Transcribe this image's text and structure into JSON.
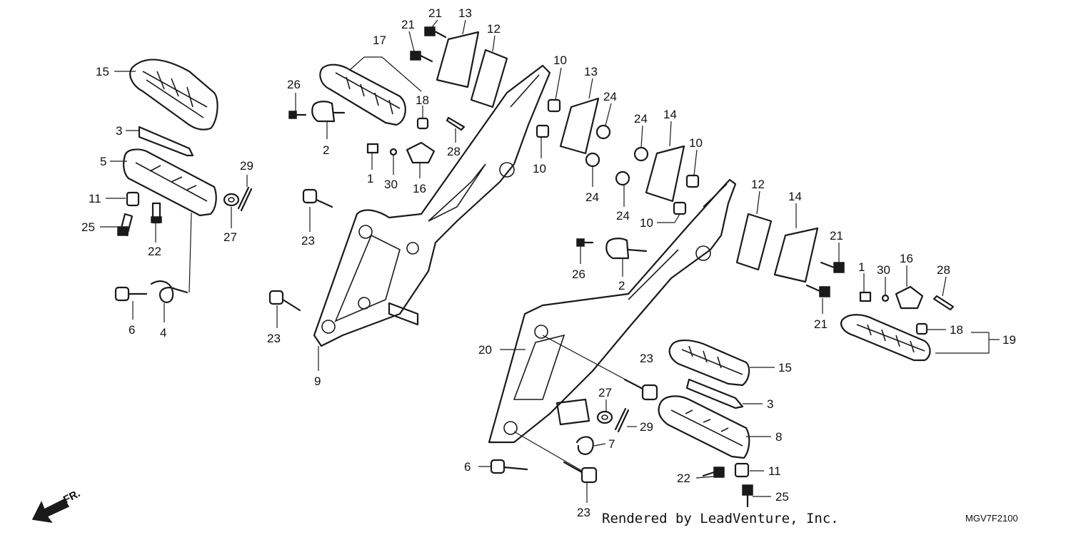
{
  "footer": {
    "rendered_by": "Rendered by LeadVenture, Inc.",
    "diagram_code": "MGV7F2100"
  },
  "direction": {
    "label": "FR."
  },
  "callouts": [
    "15",
    "3",
    "5",
    "11",
    "25",
    "22",
    "27",
    "29",
    "6",
    "4",
    "26",
    "2",
    "17",
    "18",
    "21",
    "21",
    "13",
    "12",
    "1",
    "30",
    "16",
    "28",
    "23",
    "23",
    "9",
    "10",
    "13",
    "24",
    "10",
    "24",
    "24",
    "24",
    "14",
    "10",
    "10",
    "26",
    "2",
    "12",
    "14",
    "21",
    "21",
    "1",
    "30",
    "16",
    "28",
    "18",
    "19",
    "20",
    "23",
    "15",
    "3",
    "27",
    "29",
    "7",
    "8",
    "6",
    "22",
    "11",
    "25",
    "23"
  ]
}
